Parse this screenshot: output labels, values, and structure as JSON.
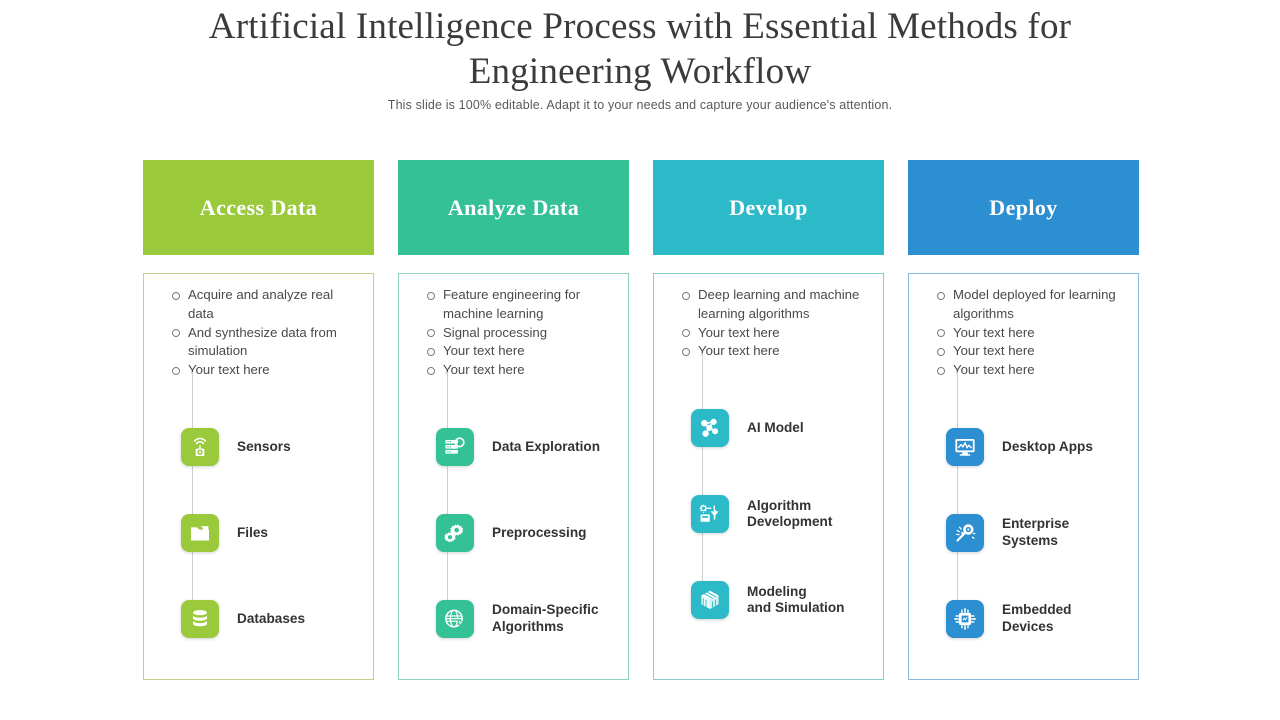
{
  "header": {
    "title": "Artificial Intelligence Process with Essential Methods for Engineering Workflow",
    "subtitle": "This slide is 100% editable. Adapt it to your needs and capture your audience's attention."
  },
  "columns": [
    {
      "title": "Access Data",
      "color": "#9ACA3C",
      "border": "#c4cf8a",
      "bullets": [
        "Acquire and analyze real data",
        "And synthesize data from simulation",
        "Your text here"
      ],
      "items": [
        {
          "label": "Sensors",
          "icon": "sensor-icon"
        },
        {
          "label": "Files",
          "icon": "folder-icon"
        },
        {
          "label": "Databases",
          "icon": "database-icon"
        }
      ]
    },
    {
      "title": "Analyze Data",
      "color": "#34C195",
      "border": "#8fd3bc",
      "bullets": [
        "Feature engineering for machine learning",
        "Signal processing",
        "Your text here",
        "Your text here"
      ],
      "items": [
        {
          "label": "Data Exploration",
          "icon": "server-search-icon"
        },
        {
          "label": "Preprocessing",
          "icon": "gears-icon"
        },
        {
          "label": "Domain-Specific\nAlgorithms",
          "icon": "globe-cursor-icon"
        }
      ]
    },
    {
      "title": "Develop",
      "color": "#2CBAC9",
      "border": "#86ccd6",
      "bullets": [
        "Deep learning and machine learning algorithms",
        "Your text here",
        "Your text here"
      ],
      "items": [
        {
          "label": "AI Model",
          "icon": "neural-network-icon"
        },
        {
          "label": "Algorithm\nDevelopment",
          "icon": "algorithm-icon"
        },
        {
          "label": "Modeling\nand Simulation",
          "icon": "cube-icon"
        }
      ]
    },
    {
      "title": "Deploy",
      "color": "#2B8FD1",
      "border": "#8ab9dd",
      "bullets": [
        "Model deployed for learning algorithms",
        "Your text here",
        "Your text here",
        "Your text here"
      ],
      "items": [
        {
          "label": "Desktop Apps",
          "icon": "monitor-chart-icon"
        },
        {
          "label": "Enterprise\nSystems",
          "icon": "satellite-icon"
        },
        {
          "label": "Embedded\nDevices",
          "icon": "cpu-chip-icon"
        }
      ]
    }
  ]
}
